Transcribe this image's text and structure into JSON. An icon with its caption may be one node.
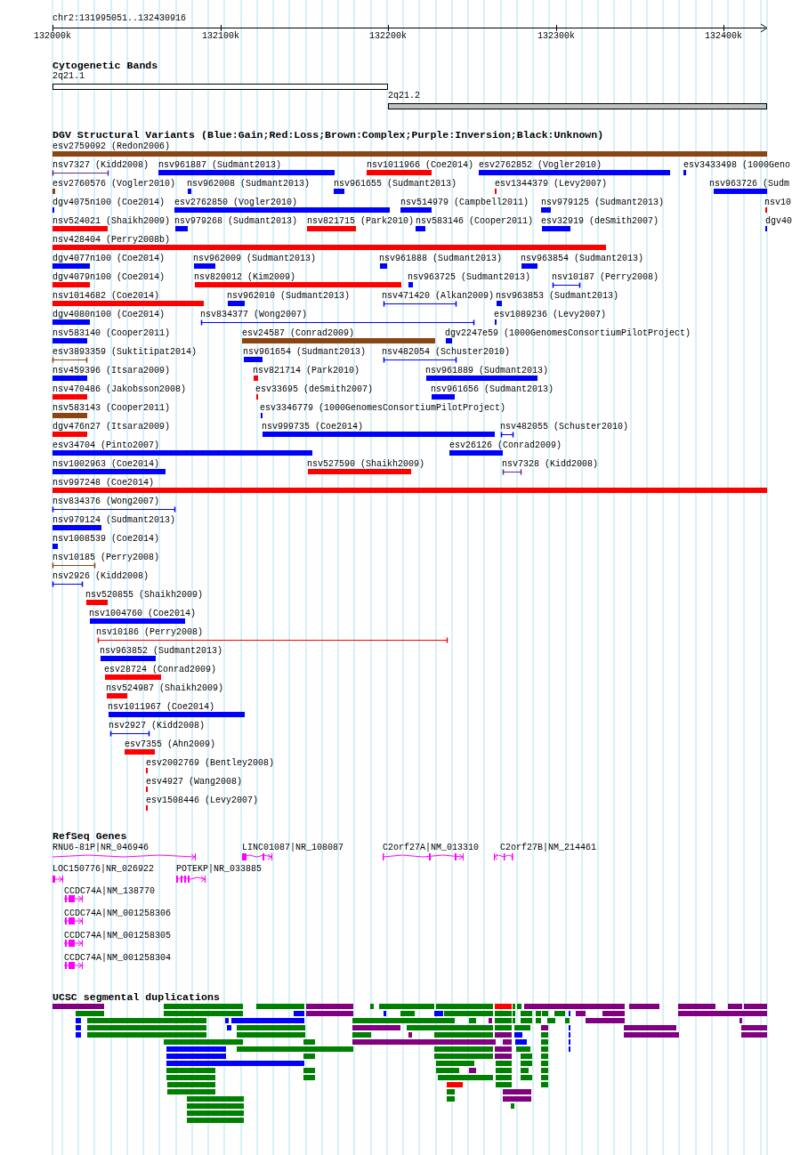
{
  "diagram": {
    "labels": [
      "chr2:131995051..132430916",
      "132000k",
      "132100k",
      "132200k",
      "132300k",
      "132400k",
      "Cytogenetic Bands",
      "2q21.1",
      "2q21.2",
      "DGV Structural Variants (Blue:Gain;Red:Loss;Brown:Complex;Purple:Inversion;Black:Unknown)",
      "esv2759092 (Redon2006)",
      "nsv7327 (Kidd2008)",
      "nsv961887 (Sudmant2013)",
      "nsv1011966 (Coe2014)",
      "esv2762852 (Vogler2010)",
      "esv3433498 (1000Geno",
      "esv2760576 (Vogler2010)",
      "nsv962008 (Sudmant2013)",
      "nsv961655 (Sudmant2013)",
      "esv1344379 (Levy2007)",
      "nsv963726 (Sudm",
      "dgv4075n100 (Coe2014)",
      "esv2762850 (Vogler2010)",
      "nsv514979 (Campbell2011)",
      "nsv979125 (Sudmant2013)",
      "nsv10",
      "nsv524021 (Shaikh2009)",
      "nsv979268 (Sudmant2013)",
      "nsv821715 (Park2010)",
      "nsv583146 (Cooper2011)",
      "esv32919 (deSmith2007)",
      "dgv40",
      "nsv428404 (Perry2008b)",
      "dgv4077n100 (Coe2014)",
      "nsv962009 (Sudmant2013)",
      "nsv961888 (Sudmant2013)",
      "nsv963854 (Sudmant2013)",
      "dgv4079n100 (Coe2014)",
      "nsv820012 (Kim2009)",
      "nsv963725 (Sudmant2013)",
      "nsv10187 (Perry2008)",
      "nsv1014682 (Coe2014)",
      "nsv962010 (Sudmant2013)",
      "nsv471420 (Alkan2009)",
      "nsv963853 (Sudmant2013)",
      "dgv4080n100 (Coe2014)",
      "nsv834377 (Wong2007)",
      "esv1089236 (Levy2007)",
      "nsv583140 (Cooper2011)",
      "esv24587 (Conrad2009)",
      "dgv2247e59 (1000GenomesConsortiumPilotProject)",
      "esv3893359 (Suktitipat2014)",
      "nsv961654 (Sudmant2013)",
      "nsv482054 (Schuster2010)",
      "nsv459396 (Itsara2009)",
      "nsv821714 (Park2010)",
      "nsv961889 (Sudmant2013)",
      "nsv470486 (Jakobsson2008)",
      "esv33695 (deSmith2007)",
      "nsv961656 (Sudmant2013)",
      "nsv583143 (Cooper2011)",
      "esv3346779 (1000GenomesConsortiumPilotProject)",
      "dgv476n27 (Itsara2009)",
      "nsv999735 (Coe2014)",
      "nsv482055 (Schuster2010)",
      "esv34704 (Pinto2007)",
      "esv26126 (Conrad2009)",
      "nsv1002963 (Coe2014)",
      "nsv527590 (Shaikh2009)",
      "nsv7328 (Kidd2008)",
      "nsv997248 (Coe2014)",
      "nsv834376 (Wong2007)",
      "nsv979124 (Sudmant2013)",
      "nsv1008539 (Coe2014)",
      "nsv10185 (Perry2008)",
      "nsv2926 (Kidd2008)",
      "nsv520855 (Shaikh2009)",
      "nsv1004760 (Coe2014)",
      "nsv10186 (Perry2008)",
      "nsv963852 (Sudmant2013)",
      "esv28724 (Conrad2009)",
      "nsv524987 (Shaikh2009)",
      "nsv1011967 (Coe2014)",
      "nsv2927 (Kidd2008)",
      "esv7355 (Ahn2009)",
      "esv2002769 (Bentley2008)",
      "esv4927 (Wang2008)",
      "esv1508446 (Levy2007)",
      "RefSeq Genes",
      "RNU6-81P|NR_046946",
      "LINC01087|NR_108087",
      "C2orf27A|NM_013310",
      "C2orf27B|NM_214461",
      "LOC150776|NR_026922",
      "POTEKP|NR_033885",
      "CCDC74A|NM_138770",
      "CCDC74A|NM_001258306",
      "CCDC74A|NM_001258305",
      "CCDC74A|NM_001258304",
      "UCSC segmental duplications"
    ]
  }
}
